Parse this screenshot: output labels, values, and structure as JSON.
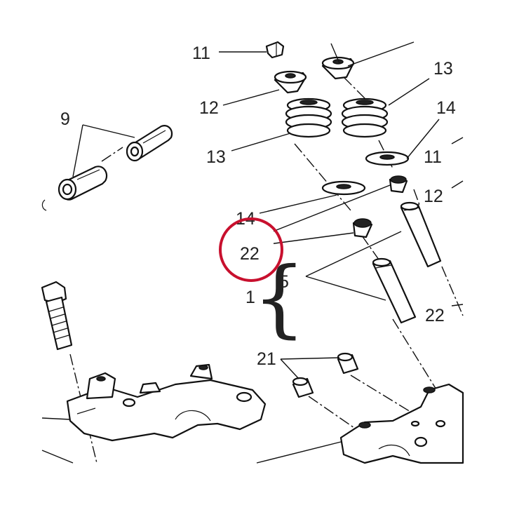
{
  "labels": {
    "l11a": "11",
    "l12a": "12",
    "l13a": "13",
    "l13b": "13",
    "l14a": "14",
    "l9": "9",
    "l11b": "11",
    "l12b": "12",
    "l14b": "14",
    "l22a": "22",
    "l5": "5",
    "l1": "1",
    "l22b": "22",
    "l21": "21"
  },
  "highlight": {
    "target_label": "22",
    "color": "#c8102e"
  },
  "colors": {
    "ink": "#111111",
    "background": "#ffffff"
  }
}
